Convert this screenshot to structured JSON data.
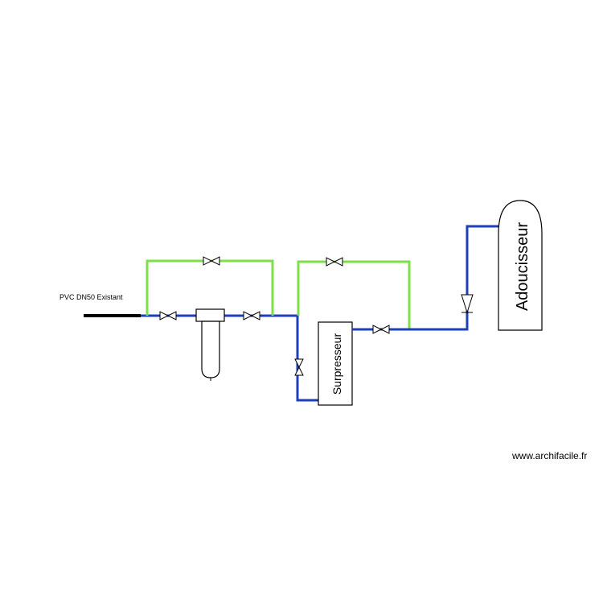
{
  "labels": {
    "existing_pipe": "PVC DN50 Existant",
    "booster": "Surpresseur",
    "softener": "Adoucisseur",
    "watermark": "www.archifacile.fr"
  },
  "colors": {
    "main_line": "#1f3fb8",
    "bypass_line": "#7ee048",
    "existing_line": "#000000"
  },
  "symbols": {
    "valve": "gate-valve-icon",
    "filter": "filter-cartridge-icon",
    "check_valve": "check-valve-icon"
  }
}
